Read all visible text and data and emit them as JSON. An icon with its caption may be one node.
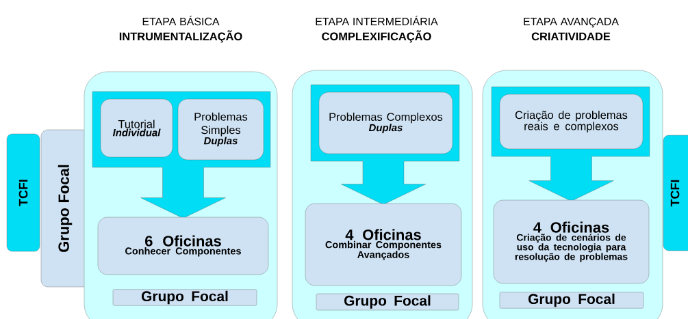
{
  "diagram": {
    "nodes": [
      {
        "text": [
          "TCFI"
        ]
      },
      {
        "text": [
          "Grupo Focal"
        ]
      },
      {
        "text": [
          "ETAPA BÁSICA",
          "INTRUMENTALIZAÇÃO"
        ]
      },
      {
        "text": [
          "Tutorial",
          "Individual"
        ],
        "in": 2
      },
      {
        "text": [
          "Problemas Simples",
          "Duplas"
        ],
        "in": 2
      },
      {
        "text": [
          "6 Oficinas",
          "Conhecer Componentes"
        ],
        "in": 2
      },
      {
        "text": [
          "Grupo Focal"
        ],
        "in": 2
      },
      {
        "text": [
          "ETAPA INTERMEDIÁRIA",
          "COMPLEXIFICAÇÃO"
        ]
      },
      {
        "text": [
          "Problemas Complexos",
          "Duplas"
        ],
        "in": 7
      },
      {
        "text": [
          "4 Oficinas",
          "Combinar Componentes Avançados"
        ],
        "in": 7
      },
      {
        "text": [
          "Grupo Focal"
        ],
        "in": 7
      },
      {
        "text": [
          "ETAPA AVANÇADA",
          "CRIATIVIDADE"
        ]
      },
      {
        "text": [
          "Criação de problemas reais e complexos"
        ],
        "in": 11
      },
      {
        "text": [
          "4 Oficinas",
          "Criação de cenários de uso da tecnologia para resolução de problemas"
        ],
        "in": 11
      },
      {
        "text": [
          "Grupo Focal"
        ],
        "in": 11
      },
      {
        "text": [
          "TCFI"
        ]
      }
    ],
    "edges": [
      {
        "from": 3,
        "to": 5,
        "arrow": "to"
      },
      {
        "from": 4,
        "to": 5,
        "arrow": "to"
      },
      {
        "from": 8,
        "to": 9,
        "arrow": "to"
      },
      {
        "from": 12,
        "to": 13,
        "arrow": "to"
      }
    ]
  }
}
